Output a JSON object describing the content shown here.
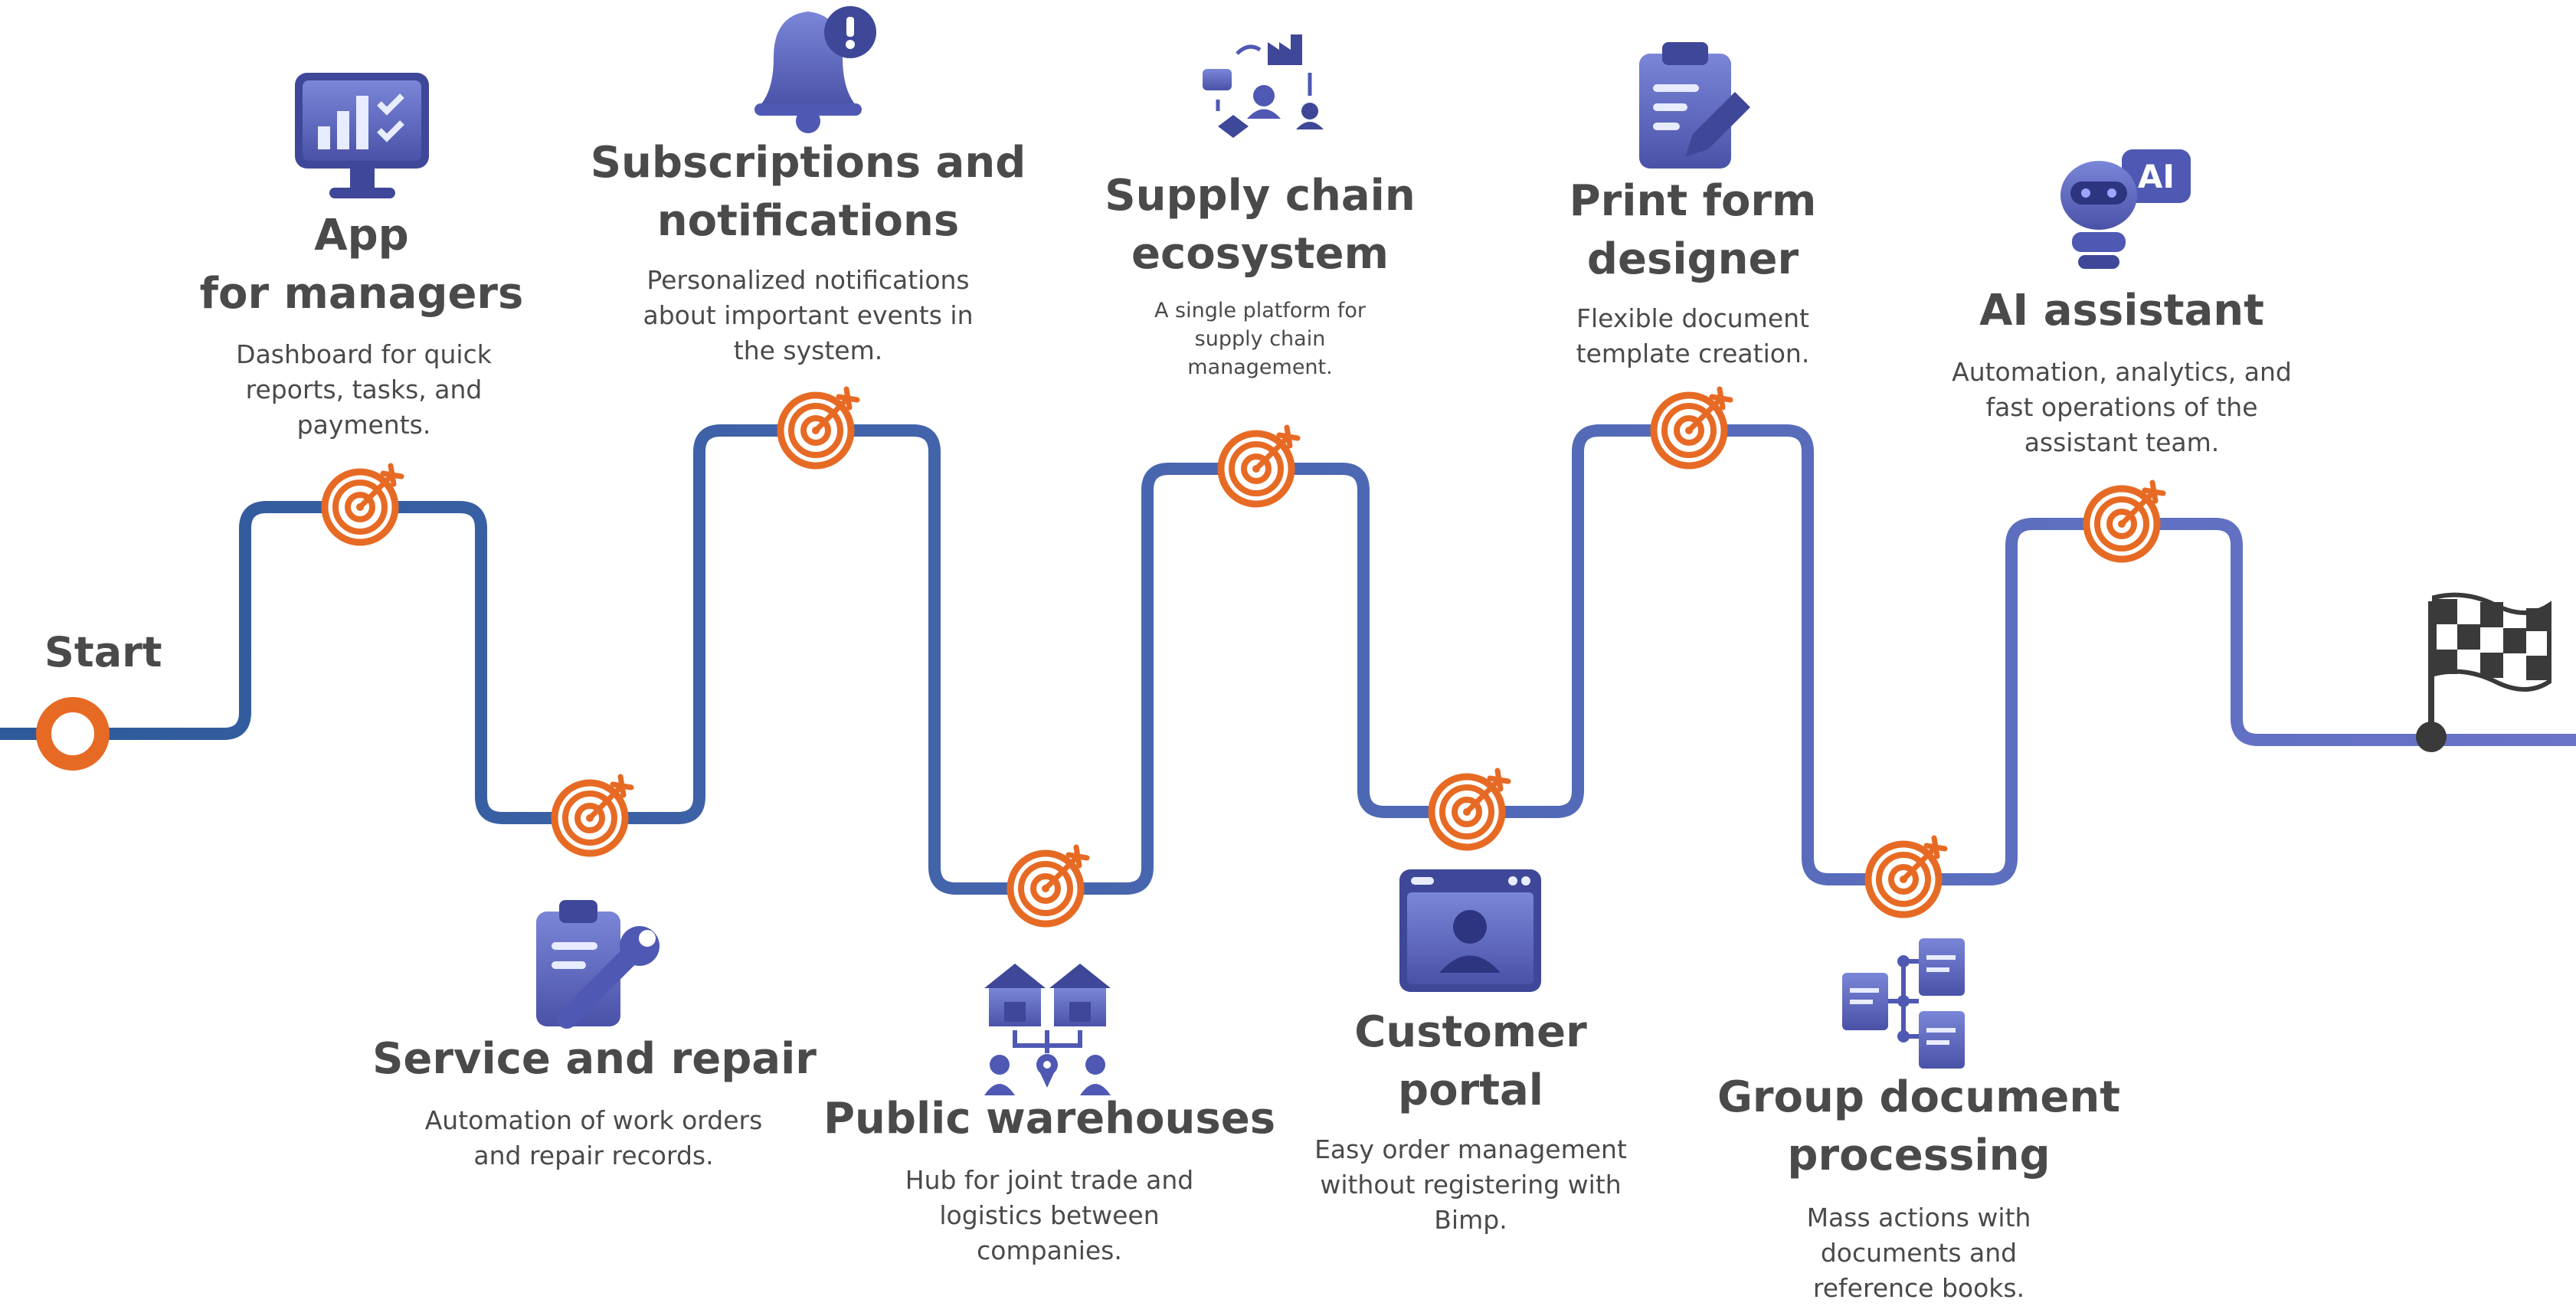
{
  "start_label": "Start",
  "colors": {
    "path_start": "#2d5a9a",
    "path_end": "#6a74c9",
    "accent": "#e76a24",
    "icon": "#5a63bd",
    "text": "#4a4a4a",
    "flag": "#3a3a3a"
  },
  "milestones": [
    {
      "title_lines": [
        "App",
        "for managers"
      ],
      "desc": "Dashboard for quick reports, tasks, and payments.",
      "icon": "monitor-dashboard-icon"
    },
    {
      "title_lines": [
        "Service and repair"
      ],
      "desc": "Automation of work orders and repair records.",
      "icon": "clipboard-wrench-icon"
    },
    {
      "title_lines": [
        "Subscriptions and",
        "notifications"
      ],
      "desc": "Personalized notifications about important events in the system.",
      "icon": "bell-alert-icon"
    },
    {
      "title_lines": [
        "Public warehouses"
      ],
      "desc": "Hub for joint trade and logistics between companies.",
      "icon": "warehouses-network-icon"
    },
    {
      "title_lines": [
        "Supply chain",
        "ecosystem"
      ],
      "desc": "A single platform for supply chain management.",
      "icon": "supply-chain-icon"
    },
    {
      "title_lines": [
        "Customer",
        "portal"
      ],
      "desc": "Easy order management without registering with Bimp.",
      "icon": "browser-user-icon"
    },
    {
      "title_lines": [
        "Print form",
        "designer"
      ],
      "desc": "Flexible document template creation.",
      "icon": "clipboard-pen-icon"
    },
    {
      "title_lines": [
        "Group document",
        "processing"
      ],
      "desc": "Mass actions with documents and reference books.",
      "icon": "document-tree-icon"
    },
    {
      "title_lines": [
        "AI assistant"
      ],
      "desc": "Automation, analytics, and fast operations of the assistant team.",
      "icon": "robot-ai-icon"
    }
  ]
}
